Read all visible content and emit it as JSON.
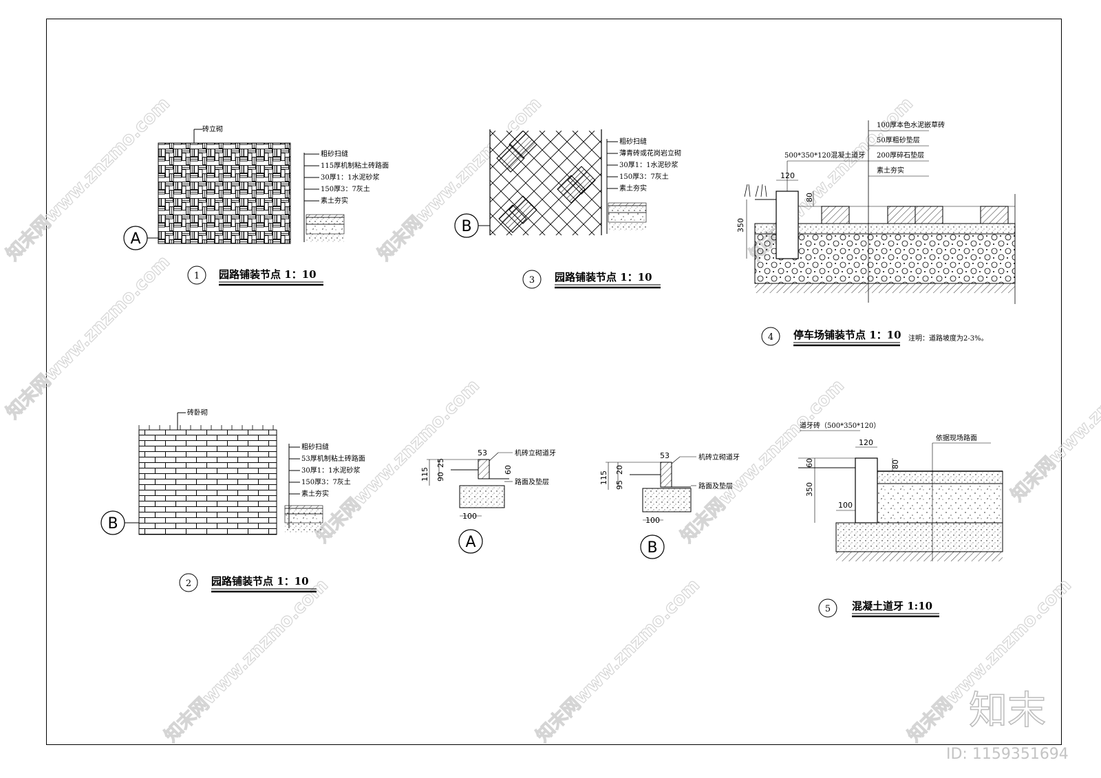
{
  "details": [
    {
      "no": "1",
      "title": "园路铺装节点 1：10",
      "marker": "A",
      "top_label": "砖立砌",
      "layers": [
        "粗砂扫缝",
        "115厚机制粘土砖路面",
        "30厚1：1水泥砂浆",
        "150厚3：7灰土",
        "素土夯实"
      ]
    },
    {
      "no": "2",
      "title": "园路铺装节点 1：10",
      "marker": "B",
      "top_label": "砖卧砌",
      "layers": [
        "粗砂扫缝",
        "53厚机制粘土砖路面",
        "30厚1：1水泥砂浆",
        "150厚3：7灰土",
        "素土夯实"
      ]
    },
    {
      "no": "3",
      "title": "园路铺装节点 1：10",
      "marker": "B",
      "layers": [
        "粗砂扫缝",
        "薄青砖或花岗岩立砌",
        "30厚1：1水泥砂浆",
        "150厚3：7灰土",
        "素土夯实"
      ]
    },
    {
      "no": "4",
      "title": "停车场铺装节点 1：10",
      "note": "注明：道路坡度为2-3%。",
      "curb_label": "500*350*120混凝土道牙",
      "layers": [
        "100厚本色水泥嵌草砖",
        "50厚粗砂垫层",
        "200厚碎石垫层",
        "素土夯实"
      ],
      "dims": {
        "w": "120",
        "h": "80",
        "total": "350"
      }
    },
    {
      "no": "5",
      "title": "混凝土道牙  1:10",
      "curb_label": "道牙砖（500*350*120）",
      "road_label": "依据现场路面",
      "dims": {
        "w": "120",
        "h1": "80",
        "h2": "60",
        "total": "350",
        "base": "100"
      }
    }
  ],
  "edges": [
    {
      "marker": "A",
      "label1": "机砖立砌道牙",
      "label2": "路面及垫层",
      "dims": {
        "a": "53",
        "b": "60",
        "c": "115",
        "d": "90",
        "e": "25",
        "f": "100"
      }
    },
    {
      "marker": "B",
      "label1": "机砖立砌道牙",
      "label2": "路面及垫层",
      "dims": {
        "a": "53",
        "c": "115",
        "d": "95",
        "e": "20",
        "f": "100"
      }
    }
  ],
  "watermark": "知末网www.znzmo.com",
  "brand": "知末",
  "id_text": "ID: 1159351694"
}
